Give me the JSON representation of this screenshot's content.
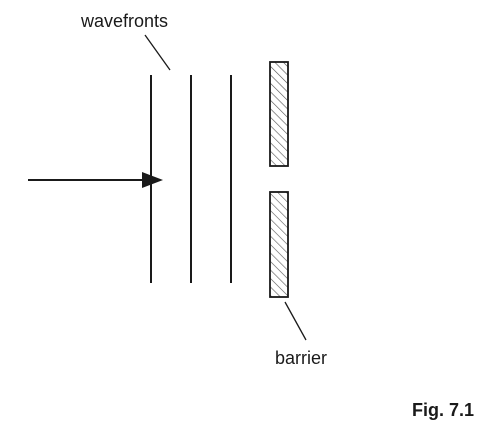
{
  "labels": {
    "wavefronts": "wavefronts",
    "barrier": "barrier",
    "figure": "Fig. 7.1"
  },
  "colors": {
    "ink": "#1a1a1a",
    "hatch": "#555555",
    "background": "#ffffff"
  }
}
